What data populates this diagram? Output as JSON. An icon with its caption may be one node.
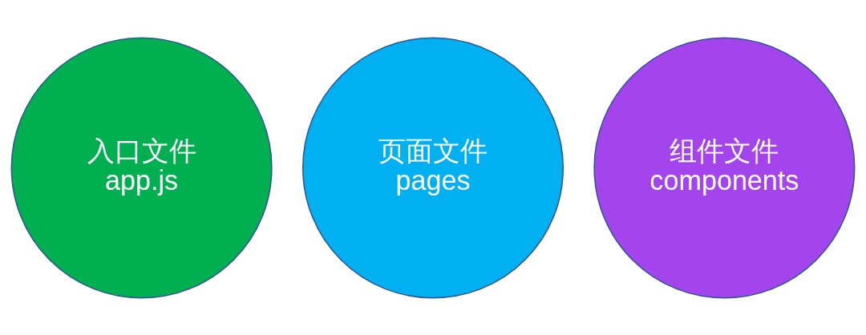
{
  "diagram": {
    "nodes": [
      {
        "text": [
          "入口文件",
          "app.js"
        ]
      },
      {
        "text": [
          "页面文件",
          "pages"
        ]
      },
      {
        "text": [
          "组件文件",
          "components"
        ]
      }
    ],
    "edges": []
  }
}
